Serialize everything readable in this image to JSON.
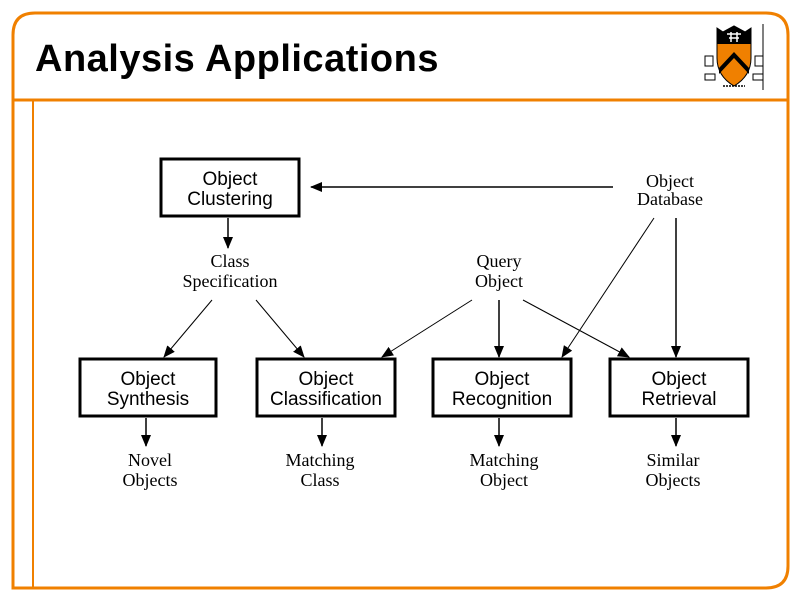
{
  "slide": {
    "title": "Analysis Applications",
    "logo": "princeton-shield-icon",
    "accent_color": "#f08000"
  },
  "diagram": {
    "boxes": [
      {
        "id": "clustering",
        "line1": "Object",
        "line2": "Clustering"
      },
      {
        "id": "synthesis",
        "line1": "Object",
        "line2": "Synthesis"
      },
      {
        "id": "classification",
        "line1": "Object",
        "line2": "Classification"
      },
      {
        "id": "recognition",
        "line1": "Object",
        "line2": "Recognition"
      },
      {
        "id": "retrieval",
        "line1": "Object",
        "line2": "Retrieval"
      }
    ],
    "labels": [
      {
        "id": "database",
        "line1": "Object",
        "line2": "Database"
      },
      {
        "id": "class_spec",
        "line1": "Class",
        "line2": "Specification"
      },
      {
        "id": "query",
        "line1": "Query",
        "line2": "Object"
      },
      {
        "id": "novel",
        "line1": "Novel",
        "line2": "Objects"
      },
      {
        "id": "matching_class",
        "line1": "Matching",
        "line2": "Class"
      },
      {
        "id": "matching_object",
        "line1": "Matching",
        "line2": "Object"
      },
      {
        "id": "similar",
        "line1": "Similar",
        "line2": "Objects"
      }
    ],
    "edges": [
      {
        "from": "database",
        "to": "clustering"
      },
      {
        "from": "clustering",
        "to": "class_spec"
      },
      {
        "from": "class_spec",
        "to": "synthesis"
      },
      {
        "from": "class_spec",
        "to": "classification"
      },
      {
        "from": "query",
        "to": "classification"
      },
      {
        "from": "query",
        "to": "recognition"
      },
      {
        "from": "query",
        "to": "retrieval"
      },
      {
        "from": "database",
        "to": "recognition"
      },
      {
        "from": "database",
        "to": "retrieval"
      },
      {
        "from": "synthesis",
        "to": "novel"
      },
      {
        "from": "classification",
        "to": "matching_class"
      },
      {
        "from": "recognition",
        "to": "matching_object"
      },
      {
        "from": "retrieval",
        "to": "similar"
      }
    ]
  }
}
